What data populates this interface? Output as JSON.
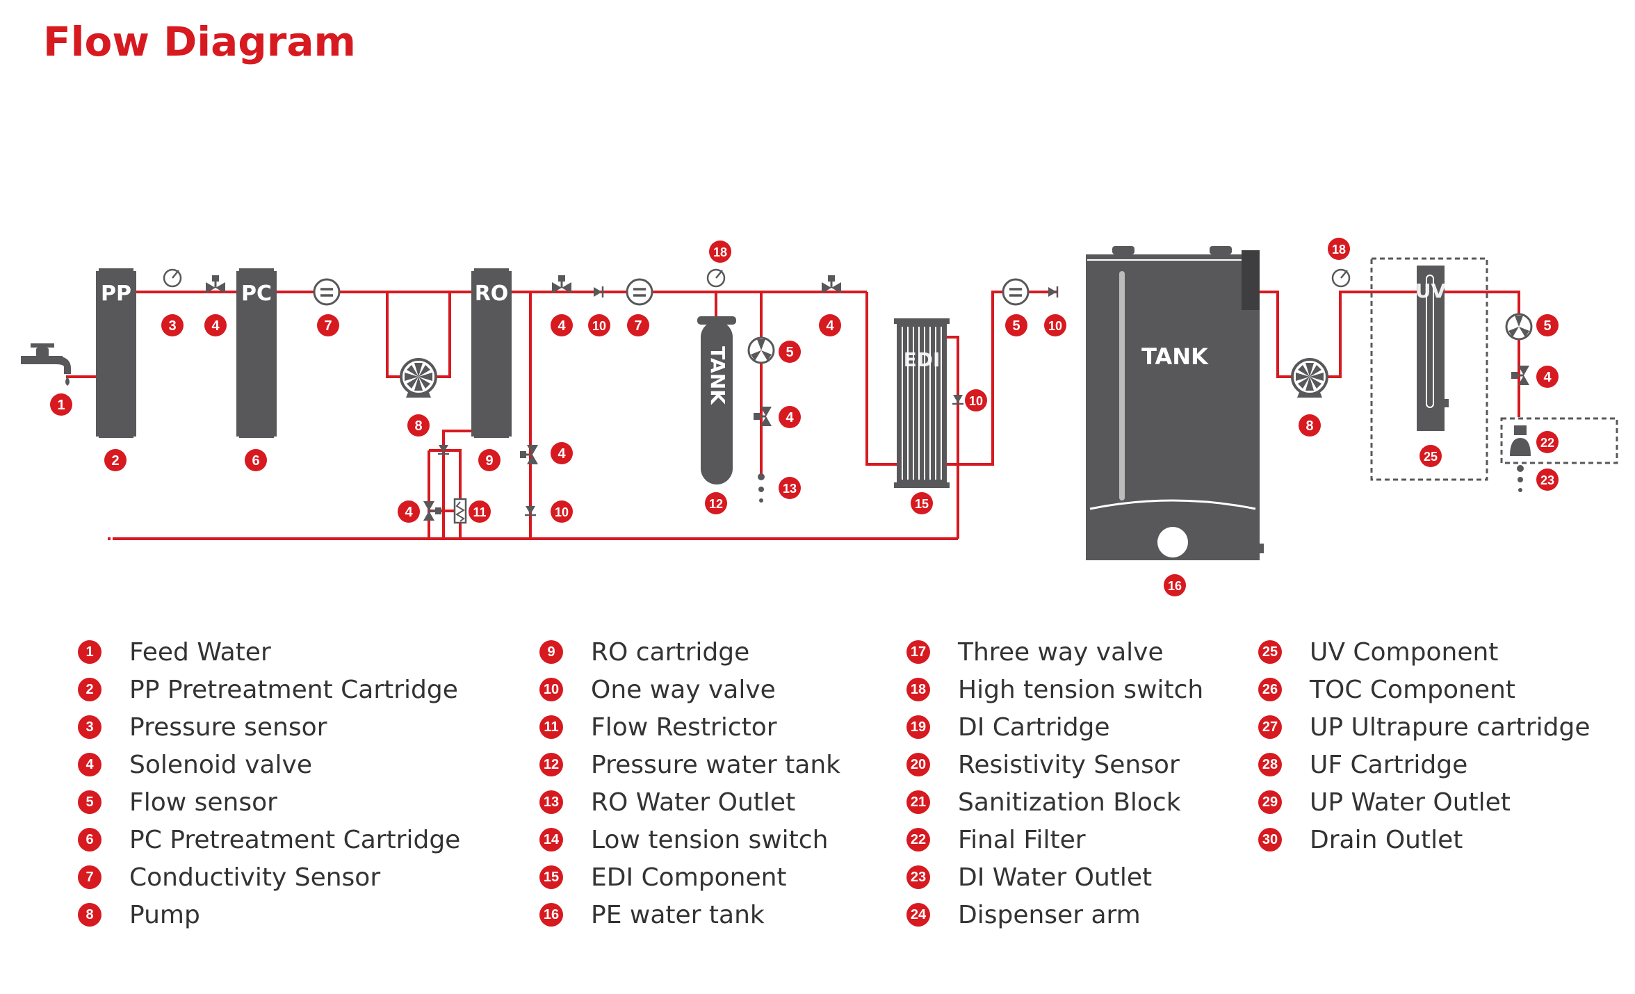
{
  "title": "Flow Diagram",
  "colors": {
    "accent": "#d71920",
    "component": "#58585a",
    "text": "#333333"
  },
  "component_labels": {
    "pp": "PP",
    "pc": "PC",
    "ro": "RO",
    "small_tank": "TANK",
    "edi": "EDI",
    "big_tank": "TANK",
    "uv": "UV"
  },
  "markers": [
    {
      "num": "1"
    },
    {
      "num": "2"
    },
    {
      "num": "3"
    },
    {
      "num": "4"
    },
    {
      "num": "6"
    },
    {
      "num": "7"
    },
    {
      "num": "8"
    },
    {
      "num": "9"
    },
    {
      "num": "4"
    },
    {
      "num": "11"
    },
    {
      "num": "4"
    },
    {
      "num": "10"
    },
    {
      "num": "4"
    },
    {
      "num": "10"
    },
    {
      "num": "7"
    },
    {
      "num": "18"
    },
    {
      "num": "5"
    },
    {
      "num": "4"
    },
    {
      "num": "13"
    },
    {
      "num": "12"
    },
    {
      "num": "4"
    },
    {
      "num": "15"
    },
    {
      "num": "10"
    },
    {
      "num": "5"
    },
    {
      "num": "10"
    },
    {
      "num": "16"
    },
    {
      "num": "8"
    },
    {
      "num": "18"
    },
    {
      "num": "25"
    },
    {
      "num": "5"
    },
    {
      "num": "4"
    },
    {
      "num": "22"
    },
    {
      "num": "23"
    }
  ],
  "legend": [
    {
      "num": "1",
      "label": "Feed Water"
    },
    {
      "num": "2",
      "label": "PP Pretreatment Cartridge"
    },
    {
      "num": "3",
      "label": "Pressure sensor"
    },
    {
      "num": "4",
      "label": "Solenoid valve"
    },
    {
      "num": "5",
      "label": "Flow sensor"
    },
    {
      "num": "6",
      "label": "PC Pretreatment Cartridge"
    },
    {
      "num": "7",
      "label": "Conductivity Sensor"
    },
    {
      "num": "8",
      "label": "Pump"
    },
    {
      "num": "9",
      "label": "RO cartridge"
    },
    {
      "num": "10",
      "label": "One way valve"
    },
    {
      "num": "11",
      "label": "Flow Restrictor"
    },
    {
      "num": "12",
      "label": "Pressure water tank"
    },
    {
      "num": "13",
      "label": "RO Water Outlet"
    },
    {
      "num": "14",
      "label": "Low tension switch"
    },
    {
      "num": "15",
      "label": "EDI Component"
    },
    {
      "num": "16",
      "label": "PE water tank"
    },
    {
      "num": "17",
      "label": "Three way valve"
    },
    {
      "num": "18",
      "label": "High tension switch"
    },
    {
      "num": "19",
      "label": "DI Cartridge"
    },
    {
      "num": "20",
      "label": "Resistivity Sensor"
    },
    {
      "num": "21",
      "label": "Sanitization Block"
    },
    {
      "num": "22",
      "label": "Final Filter"
    },
    {
      "num": "23",
      "label": "DI Water Outlet"
    },
    {
      "num": "24",
      "label": "Dispenser arm"
    },
    {
      "num": "25",
      "label": "UV Component"
    },
    {
      "num": "26",
      "label": "TOC Component"
    },
    {
      "num": "27",
      "label": "UP Ultrapure cartridge"
    },
    {
      "num": "28",
      "label": "UF Cartridge"
    },
    {
      "num": "29",
      "label": "UP Water Outlet"
    },
    {
      "num": "30",
      "label": "Drain Outlet"
    }
  ]
}
